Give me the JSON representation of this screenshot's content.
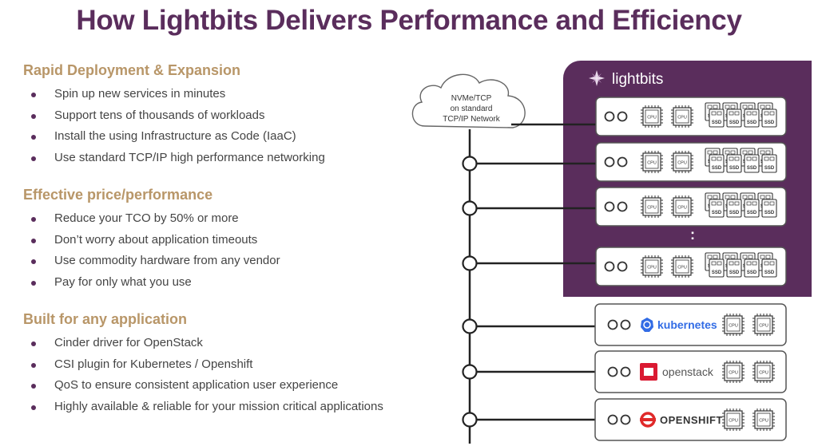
{
  "title": "How Lightbits Delivers Performance and Efficiency",
  "sections": [
    {
      "heading": "Rapid Deployment & Expansion",
      "bullets": [
        "Spin up new services in minutes",
        "Support tens of thousands of workloads",
        "Install the using Infrastructure as Code (IaaC)",
        "Use standard TCP/IP high performance networking"
      ]
    },
    {
      "heading": "Effective price/performance",
      "bullets": [
        "Reduce your TCO by 50% or more",
        "Don’t worry about application timeouts",
        "Use commodity hardware from any vendor",
        "Pay for only what you use"
      ]
    },
    {
      "heading": "Built for any application",
      "bullets": [
        "Cinder driver for OpenStack",
        "CSI plugin for Kubernetes / Openshift",
        "QoS to ensure consistent application user experience",
        "Highly available & reliable for your mission critical applications"
      ]
    }
  ],
  "diagram": {
    "cloud_lines": [
      "NVMe/TCP",
      "on standard",
      "TCP/IP Network"
    ],
    "brand": "lightbits",
    "cpu_label": "CPU",
    "ssd_label": "SSD",
    "ellipsis": ":",
    "clients": [
      {
        "name": "kubernetes",
        "icon": "kubernetes-icon"
      },
      {
        "name": "openstack",
        "icon": "openstack-icon"
      },
      {
        "name": "OPENSHIFT",
        "icon": "openshift-icon"
      }
    ],
    "colors": {
      "purple": "#5a2d5c",
      "tan": "#b89668",
      "kubernetes": "#326ce5",
      "openstack": "#da1a32",
      "openshift": "#e02a2a"
    }
  }
}
